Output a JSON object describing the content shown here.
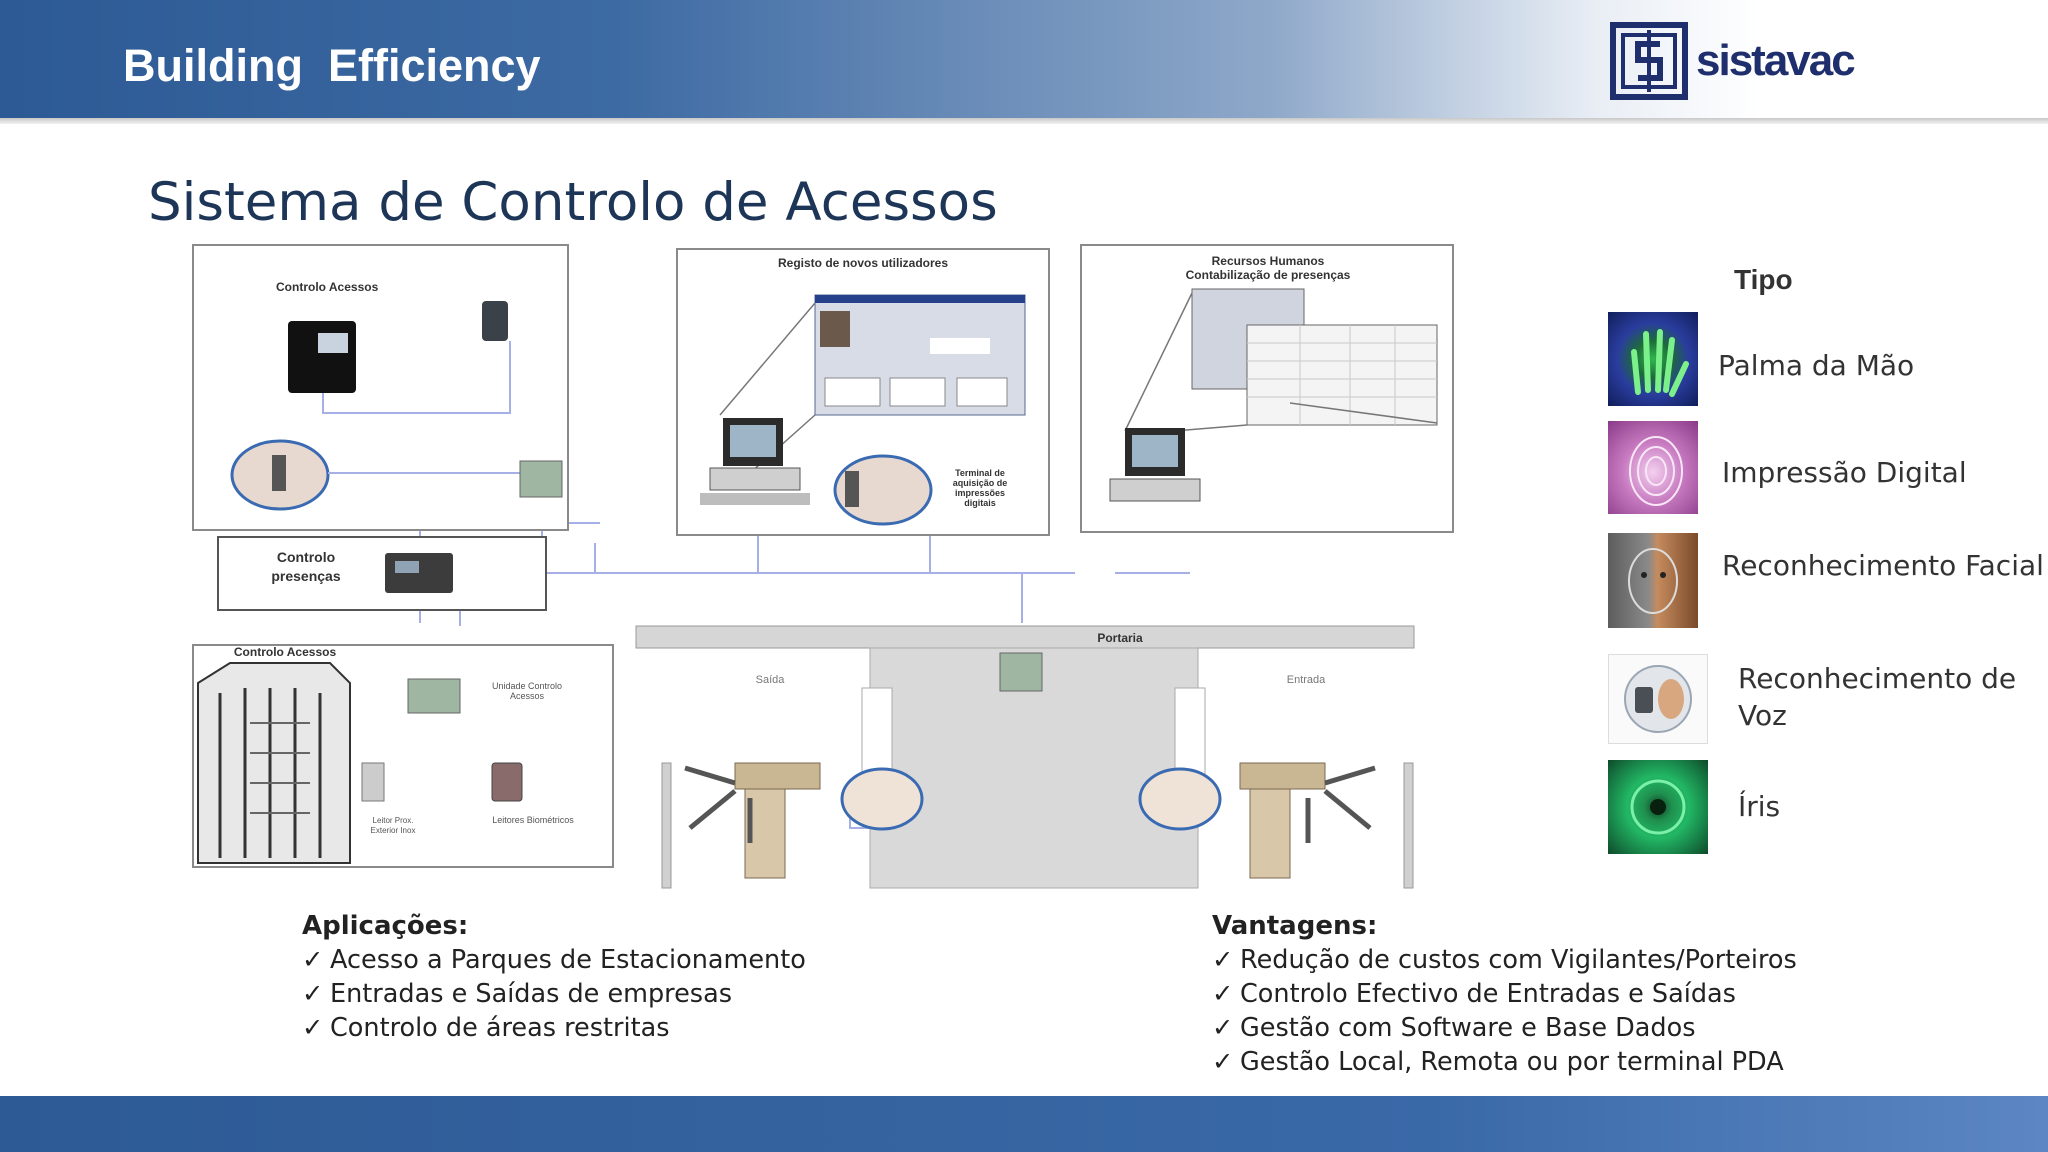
{
  "header": {
    "title": "Building  Efficiency",
    "logo_text": "sistavac"
  },
  "page_title": "Sistema de Controlo de Acessos",
  "diagram": {
    "panel_controlo_acessos_top": "Controlo Acessos",
    "panel_registo": "Registo de novos utilizadores",
    "panel_rh_line1": "Recursos Humanos",
    "panel_rh_line2": "Contabilização de presenças",
    "terminal_line1": "Terminal de",
    "terminal_line2": "aquisição de",
    "terminal_line3": "impressões",
    "terminal_line4": "digitais",
    "controlo_presencas_line1": "Controlo",
    "controlo_presencas_line2": "presenças",
    "panel_controlo_acessos_bottom": "Controlo Acessos",
    "unidade_line1": "Unidade Controlo",
    "unidade_line2": "Acessos",
    "leitor_line1": "Leitor Prox.",
    "leitor_line2": "Exterior Inox",
    "leitores_biometricos": "Leitores Biométricos",
    "portaria": "Portaria",
    "saida": "Saída",
    "entrada": "Entrada"
  },
  "tipo": {
    "heading": "Tipo",
    "items": [
      {
        "label": "Palma da Mão",
        "icon": "palm-icon"
      },
      {
        "label": "Impressão Digital",
        "icon": "fingerprint-icon"
      },
      {
        "label": "Reconhecimento Facial",
        "icon": "face-icon"
      },
      {
        "label_line1": "Reconhecimento  de",
        "label_line2": "Voz",
        "icon": "voice-icon"
      },
      {
        "label": "Íris",
        "icon": "iris-icon"
      }
    ]
  },
  "aplicacoes": {
    "heading": "Aplicações:",
    "items": [
      "Acesso a Parques de Estacionamento",
      "Entradas e Saídas de empresas",
      "Controlo de áreas restritas"
    ]
  },
  "vantagens": {
    "heading": "Vantagens:",
    "items": [
      "Redução de custos com Vigilantes/Porteiros",
      "Controlo Efectivo de Entradas e Saídas",
      "Gestão com Software e Base Dados",
      "Gestão Local, Remota ou por terminal PDA"
    ]
  },
  "check_glyph": "✓",
  "colors": {
    "header_blue": "#2d5a94",
    "title_navy": "#1d3557",
    "wire": "#9ea8e0"
  }
}
